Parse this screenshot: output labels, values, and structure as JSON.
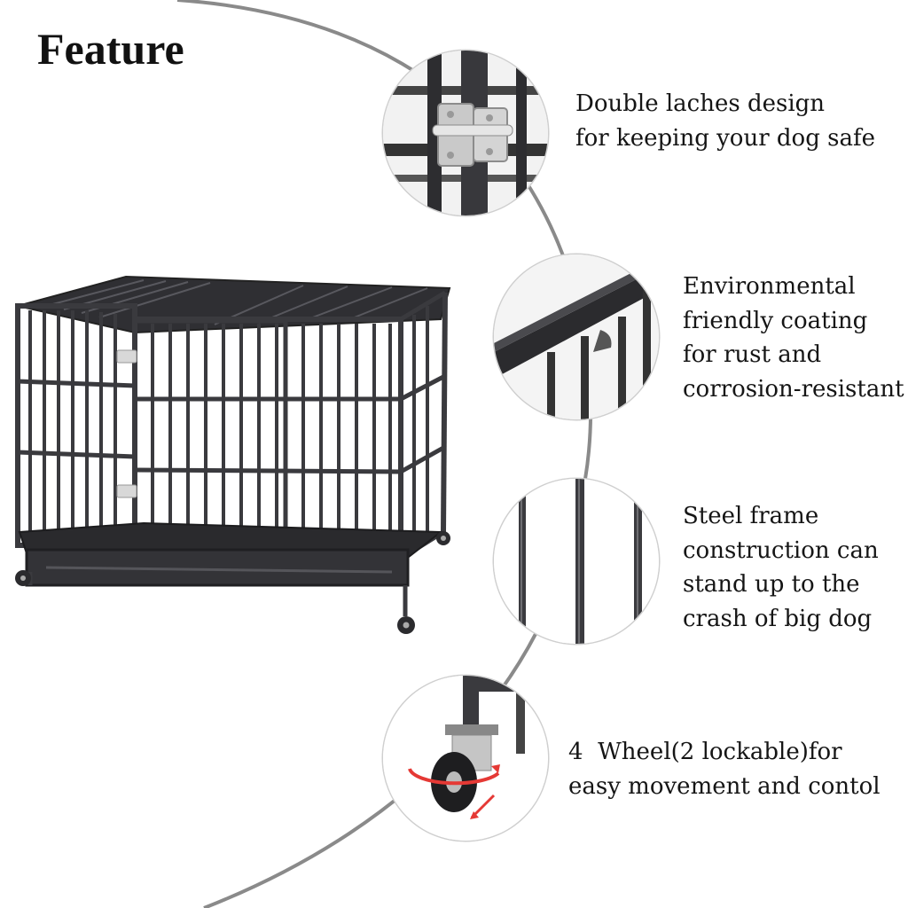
{
  "title": "Feature",
  "icons": {
    "cage": "dog-crate-icon",
    "latch": "latch-icon",
    "coating": "coated-bar-icon",
    "frame": "steel-bars-icon",
    "wheel": "caster-wheel-icon"
  },
  "colors": {
    "arc": "#8a8a8a",
    "frame": "#3a3a3e",
    "accent": "#e53935",
    "text": "#151515"
  },
  "features": [
    {
      "lines": [
        "Double laches design",
        "for keeping your dog safe"
      ]
    },
    {
      "lines": [
        "Environmental",
        "friendly coating",
        "for rust and",
        "corrosion-resistant"
      ]
    },
    {
      "lines": [
        "Steel frame",
        "construction can",
        "stand up to the",
        "crash of big dog"
      ]
    },
    {
      "lines": [
        "4  Wheel(2 lockable)for",
        "easy movement and contol"
      ]
    }
  ]
}
